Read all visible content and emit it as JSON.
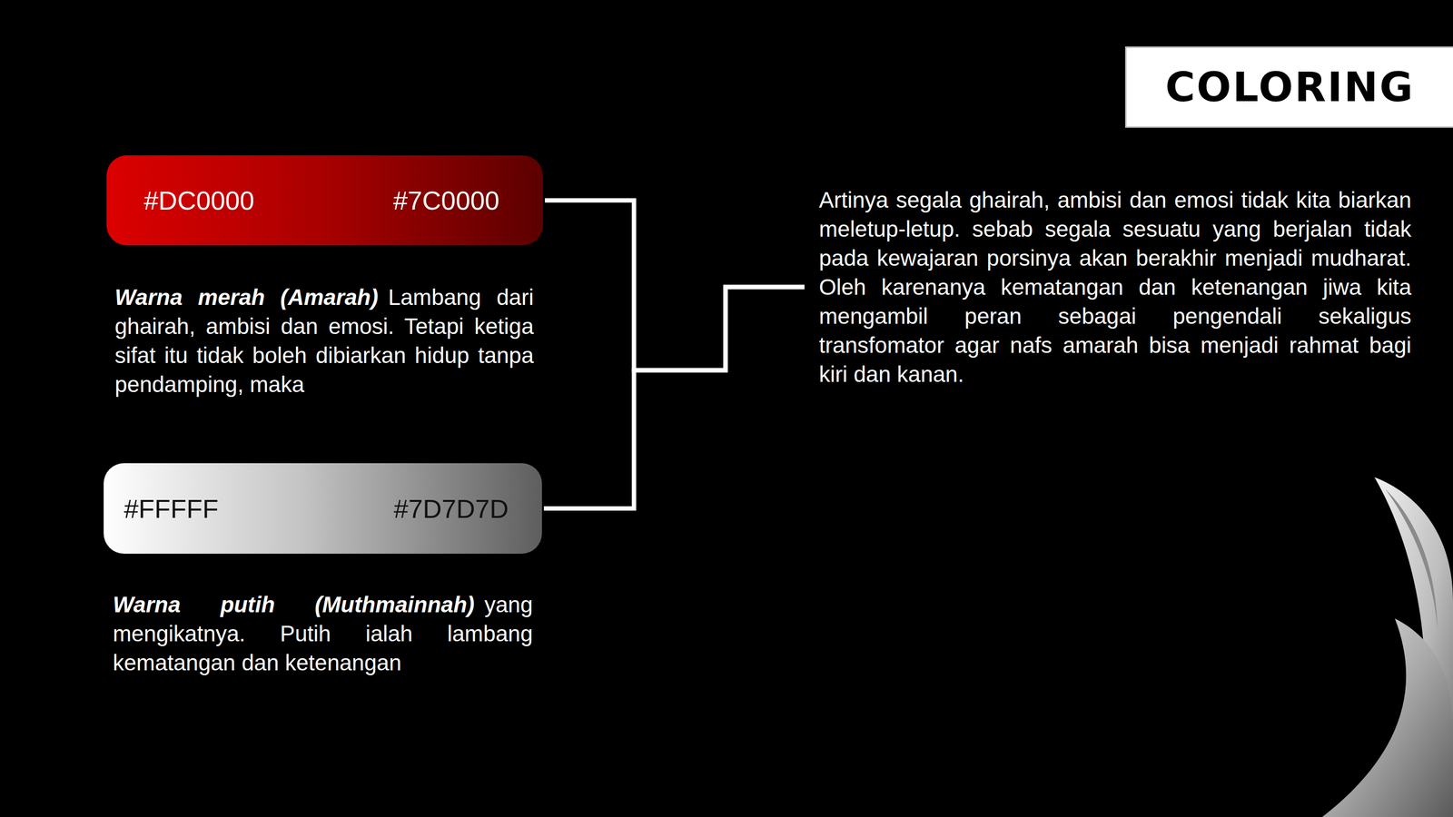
{
  "diagram": {
    "title": "COLORING",
    "nodes": [
      {
        "text": [
          "#DC0000",
          "#7C0000"
        ]
      },
      {
        "text": [
          "#FFFFF",
          "#7D7D7D"
        ]
      },
      {
        "text": [
          "Artinya segala ghairah, ambisi dan emosi tidak kita biarkan meletup-letup. sebab segala sesuatu yang berjalan tidak pada kewajaran porsinya akan berakhir menjadi mudharat. Oleh karenanya kematangan dan ketenangan jiwa kita mengambil peran sebagai pengendali sekaligus transfomator agar nafs amarah bisa menjadi rahmat bagi kiri dan kanan."
        ]
      }
    ],
    "edges": [
      {
        "from": 0,
        "to": 2,
        "arrow": "none"
      },
      {
        "from": 1,
        "to": 2,
        "arrow": "none"
      }
    ],
    "labels": [
      "Warna merah (Amarah)",
      "Lambang dari ghairah, ambisi dan emosi. Tetapi ketiga sifat itu tidak boleh dibiarkan hidup tanpa pendamping, maka",
      "Warna putih (Muthmainnah)",
      "yang mengikatnya. Putih ialah lambang kematangan dan ketenangan"
    ]
  }
}
